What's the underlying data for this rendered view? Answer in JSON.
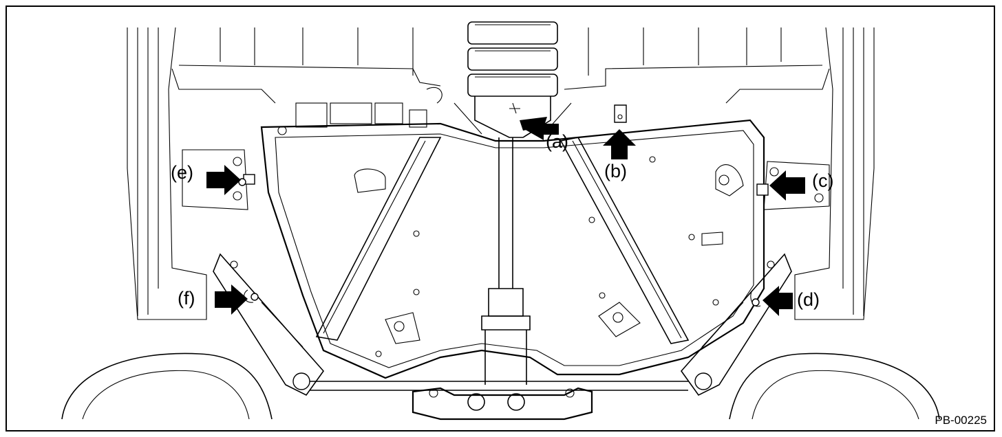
{
  "callouts": {
    "a": "(a)",
    "b": "(b)",
    "c": "(c)",
    "d": "(d)",
    "e": "(e)",
    "f": "(f)"
  },
  "figure_id": "PB-00225",
  "arrow_color": "#000000",
  "line_color": "#000000"
}
